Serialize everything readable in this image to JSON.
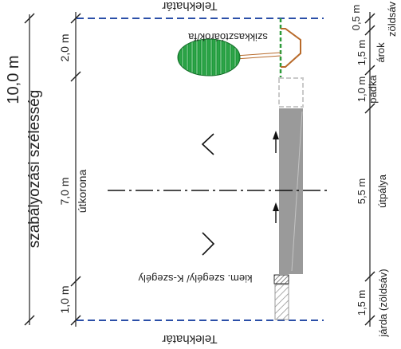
{
  "boundary_top": "Telekhatár",
  "boundary_bottom": "Telekhatár",
  "regulation_width": "10,0 m",
  "regulation_label": "szabályozási szélesség",
  "left_dims": {
    "top": "2,0 m",
    "middle": "7,0 m",
    "middle_label": "útkorona",
    "bottom": "1,0 m"
  },
  "right_dims": [
    {
      "value": "0,5 m",
      "label": "zöldsáv"
    },
    {
      "value": "1,5 m",
      "label": "árok"
    },
    {
      "value": "1,0 m",
      "label": "padka"
    },
    {
      "value": "5,5 m",
      "label": "útpálya"
    },
    {
      "value": "1,5 m",
      "label": "járda (zöldsáv)"
    }
  ],
  "tree_label": "szikkasztóárok/fa",
  "curb_label": "kiem. szegély/ K-szegély",
  "colors": {
    "boundary_line": "#2b4fa8",
    "roadway": "#9a9a9a",
    "ditch": "#b86a2a",
    "tree": "#1f9a3c",
    "green_strip": "#2e9a3a"
  }
}
